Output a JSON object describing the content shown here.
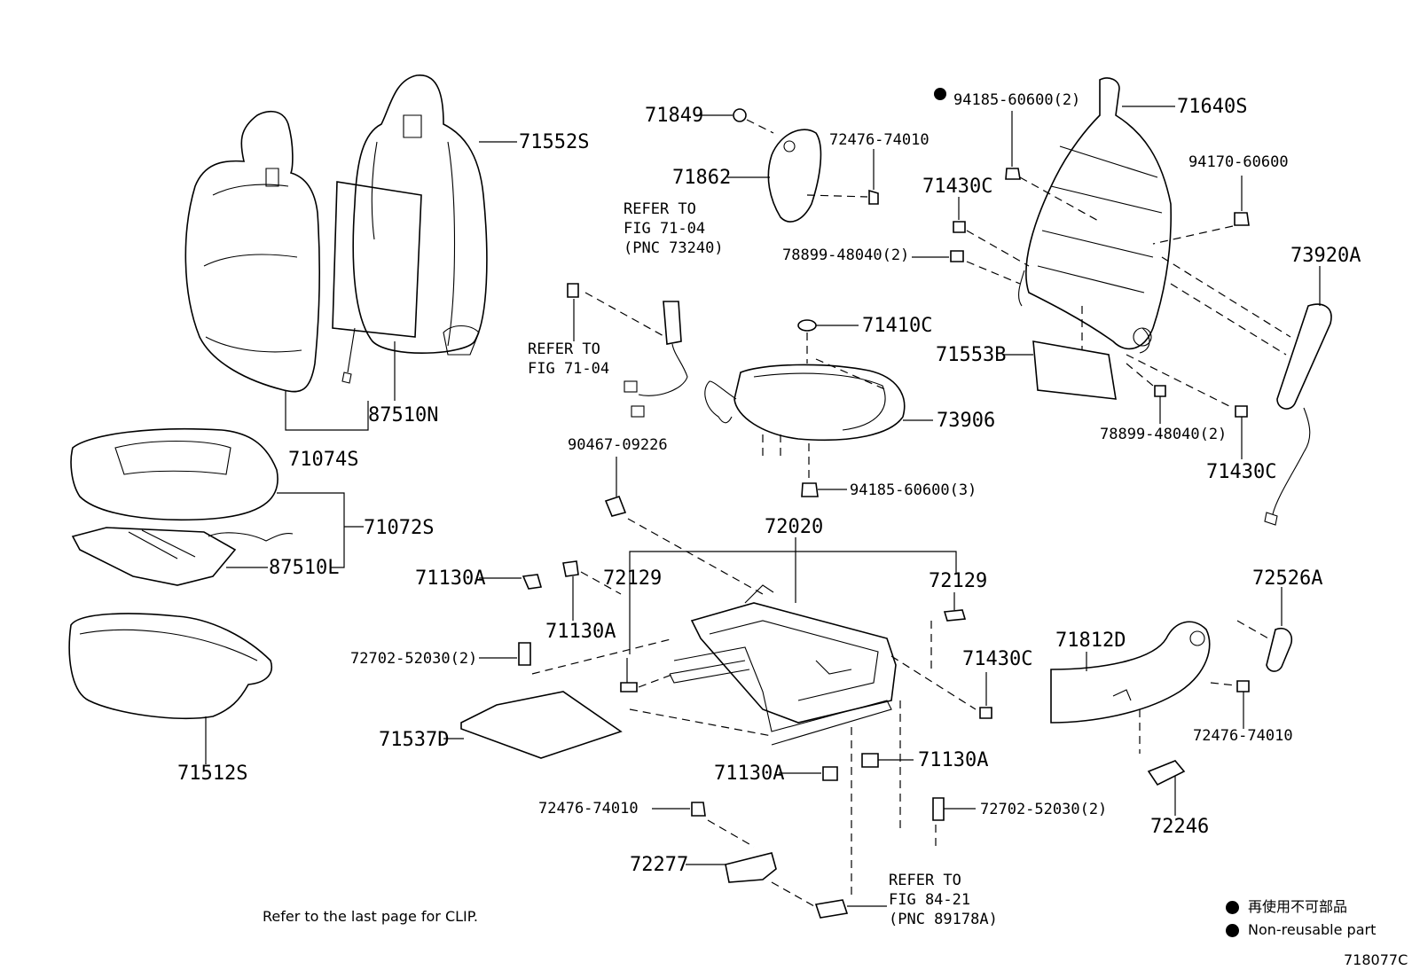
{
  "labels": {
    "p71552S": "71552S",
    "p87510N": "87510N",
    "p71074S": "71074S",
    "p71072S": "71072S",
    "p87510L": "87510L",
    "p71512S": "71512S",
    "p71849": "71849",
    "p71862": "71862",
    "p72476_74010_top": "72476-74010",
    "p94185_60600_2": "94185-60600(2)",
    "p71640S": "71640S",
    "p71430C_top": "71430C",
    "p94170_60600": "94170-60600",
    "p78899_48040_2a": "78899-48040(2)",
    "p73920A": "73920A",
    "p71410C": "71410C",
    "p71553B": "71553B",
    "p73906": "73906",
    "p78899_48040_2b": "78899-48040(2)",
    "p71430C_right": "71430C",
    "p90467_09226": "90467-09226",
    "p94185_60600_3": "94185-60600(3)",
    "p72020": "72020",
    "p71130A_a": "71130A",
    "p72129_left": "72129",
    "p72129_right": "72129",
    "p71130A_b": "71130A",
    "p72526A": "72526A",
    "p72702_52030_left": "72702-52030(2)",
    "p71812D": "71812D",
    "p71430C_mid": "71430C",
    "p71537D": "71537D",
    "p72476_74010_right": "72476-74010",
    "p71130A_c": "71130A",
    "p71130A_d": "71130A",
    "p72246": "72246",
    "p72476_74010_bottom": "72476-74010",
    "p72702_52030_right": "72702-52030(2)",
    "p72277": "72277"
  },
  "refs": {
    "ref_fig71_04_pnc": "REFER TO\nFIG 71-04\n(PNC 73240)",
    "ref_fig71_04": "REFER TO\nFIG 71-04",
    "ref_fig84_21": "REFER TO\nFIG 84-21\n(PNC 89178A)"
  },
  "note": "Refer to the last page for CLIP.",
  "legend": {
    "jp": "再使用不可部品",
    "en": "Non-reusable part"
  },
  "figure_id": "718077C"
}
